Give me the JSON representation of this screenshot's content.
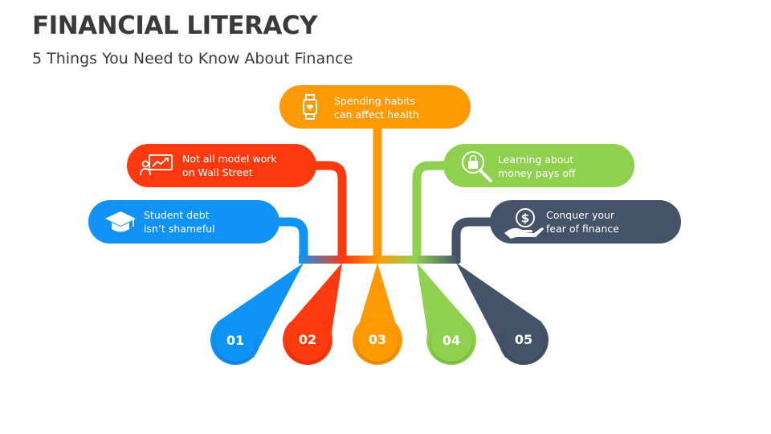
{
  "title": "FINANCIAL LITERACY",
  "subtitle": "5 Things You Need to Know About Finance",
  "colors": {
    "blue": "#1193f5",
    "red": "#fd3a0f",
    "orange": "#fd9a06",
    "green": "#8fd14f",
    "slate": "#445369"
  },
  "items": [
    {
      "number": "01",
      "text": "Student debt\nisn’t shameful",
      "icon": "graduation-cap-icon"
    },
    {
      "number": "02",
      "text": "Not all model work\non Wall Street",
      "icon": "presentation-chart-icon"
    },
    {
      "number": "03",
      "text": "Spending habits\ncan affect health",
      "icon": "smartwatch-heart-icon"
    },
    {
      "number": "04",
      "text": "Learning about\nmoney pays off",
      "icon": "magnifier-shopping-bag-icon"
    },
    {
      "number": "05",
      "text": "Conquer your\nfear of finance",
      "icon": "hand-dollar-icon"
    }
  ]
}
